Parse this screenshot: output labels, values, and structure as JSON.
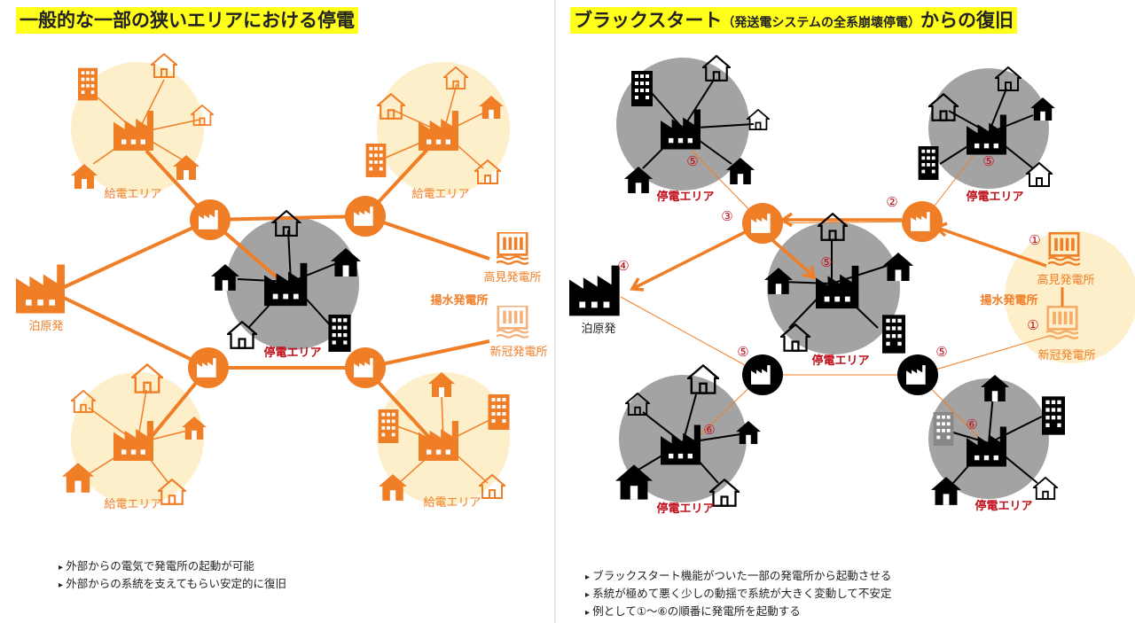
{
  "left": {
    "title": "一般的な一部の狭いエリアにおける停電",
    "area_supply": "給電エリア",
    "area_outage": "停電エリア",
    "tomari": "泊原発",
    "takami": "高見発電所",
    "pumped": "揚水発電所",
    "niikappu": "新冠発電所",
    "bullets": [
      "外部からの電気で発電所の起動が可能",
      "外部からの系統を支えてもらい安定的に復旧"
    ]
  },
  "right": {
    "title_main": "ブラックスタート",
    "title_sub": "（発送電システムの全系崩壊停電）",
    "title_end": "からの復旧",
    "area_outage": "停電エリア",
    "tomari": "泊原発",
    "takami": "高見発電所",
    "pumped": "揚水発電所",
    "niikappu": "新冠発電所",
    "steps": {
      "s1": "①",
      "s2": "②",
      "s3": "③",
      "s4": "④",
      "s5": "⑤",
      "s6": "⑥"
    },
    "bullets": [
      "ブラックスタート機能がついた一部の発電所から起動させる",
      "系統が極めて悪く少しの動揺で系統が大きく変動して不安定",
      "例として①〜⑥の順番に発電所を起動する"
    ]
  },
  "colors": {
    "orange": "#f07e26",
    "light_yellow": "#fdefc9",
    "gray": "#a3a3a3",
    "red": "#c0101b",
    "title_bg": "#ffff1a"
  }
}
